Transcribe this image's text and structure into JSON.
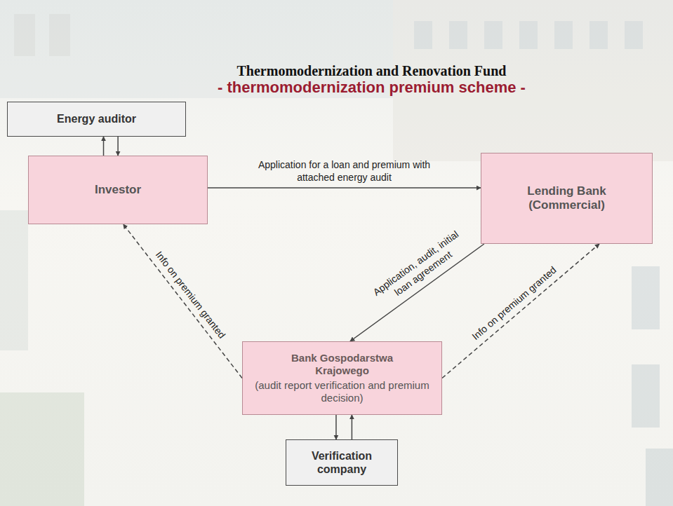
{
  "diagram": {
    "title": "Thermomodernization and Renovation Fund",
    "nodes": [
      {
        "text": [
          "Energy auditor"
        ]
      },
      {
        "text": [
          "Investor"
        ]
      },
      {
        "text": [
          "Lending Bank (Commercial)"
        ]
      },
      {
        "text": [
          "Bank Gospodarstwa Krajowego",
          "(audit report verification and premium decision)"
        ]
      },
      {
        "text": [
          "Verification company"
        ]
      }
    ],
    "edges": [
      {
        "from": 1,
        "to": 0,
        "arrow": "to"
      },
      {
        "from": 0,
        "to": 1,
        "arrow": "to"
      },
      {
        "from": 1,
        "to": 2,
        "label": "Application for a loan and premium with attached energy audit",
        "arrow": "to"
      },
      {
        "from": 2,
        "to": 3,
        "label": "Application, audit, initial loan agreement",
        "arrow": "to"
      },
      {
        "from": 3,
        "to": 1,
        "label": "Info on premium granted",
        "arrow": "to"
      },
      {
        "from": 3,
        "to": 2,
        "label": "Info on premium granted",
        "arrow": "to"
      },
      {
        "from": 3,
        "to": 4,
        "arrow": "to"
      },
      {
        "from": 4,
        "to": 3,
        "arrow": "to"
      }
    ],
    "labels": [
      "- thermomodernization premium scheme -"
    ]
  }
}
